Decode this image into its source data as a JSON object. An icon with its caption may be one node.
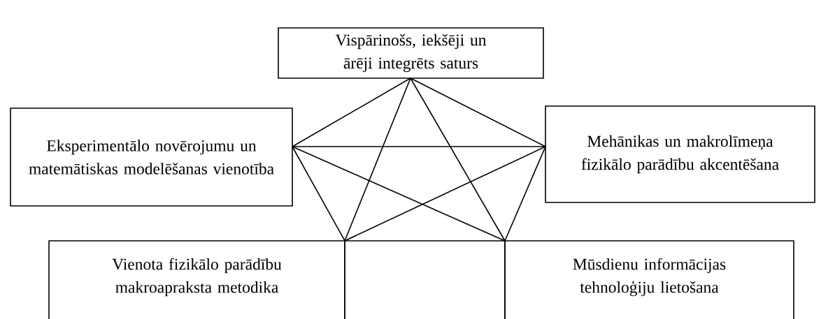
{
  "diagram": {
    "nodes": [
      {
        "text": [
          "Vispārinošs, iekšēji un ārēji integrēts saturs"
        ]
      },
      {
        "text": [
          "Eksperimentālo novērojumu un matemātiskas modelēšanas vienotība"
        ]
      },
      {
        "text": [
          "Mehānikas un makrolīmeņa fizikālo parādību akcentēšana"
        ]
      },
      {
        "text": [
          "Vienota fizikālo parādību makroapraksta metodika"
        ]
      },
      {
        "text": [],
        "shape": "box"
      },
      {
        "text": [
          "Mūsdienu informācijas tehnoloģiju lietošana"
        ]
      }
    ],
    "edges": [
      {
        "from": 0,
        "to": 1,
        "arrow": "none"
      },
      {
        "from": 0,
        "to": 2,
        "arrow": "none"
      },
      {
        "from": 0,
        "to": 3,
        "arrow": "none"
      },
      {
        "from": 0,
        "to": 5,
        "arrow": "none"
      },
      {
        "from": 1,
        "to": 2,
        "arrow": "none"
      },
      {
        "from": 1,
        "to": 3,
        "arrow": "none"
      },
      {
        "from": 1,
        "to": 5,
        "arrow": "none"
      },
      {
        "from": 2,
        "to": 3,
        "arrow": "none"
      },
      {
        "from": 2,
        "to": 5,
        "arrow": "none"
      }
    ]
  }
}
